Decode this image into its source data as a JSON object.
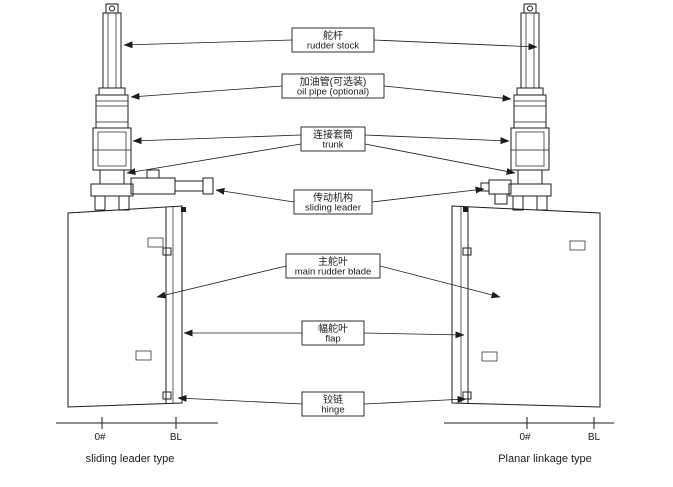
{
  "diagram": {
    "labels": {
      "rudder_stock": {
        "zh": "舵杆",
        "en": "rudder stock"
      },
      "oil_pipe": {
        "zh": "加油管(可选装)",
        "en": "oil pipe (optional)"
      },
      "trunk": {
        "zh": "连接套筒",
        "en": "trunk"
      },
      "sliding_leader": {
        "zh": "传动机构",
        "en": "sliding leader"
      },
      "main_rudder_blade": {
        "zh": "主舵叶",
        "en": "main rudder blade"
      },
      "flap": {
        "zh": "幅舵叶",
        "en": "flap"
      },
      "hinge": {
        "zh": "铰链",
        "en": "hinge"
      }
    },
    "axis_marks": {
      "left_zero": "0#",
      "left_bl": "BL",
      "right_zero": "0#",
      "right_bl": "BL"
    },
    "captions": {
      "left": "sliding leader type",
      "right": "Planar linkage type"
    }
  }
}
